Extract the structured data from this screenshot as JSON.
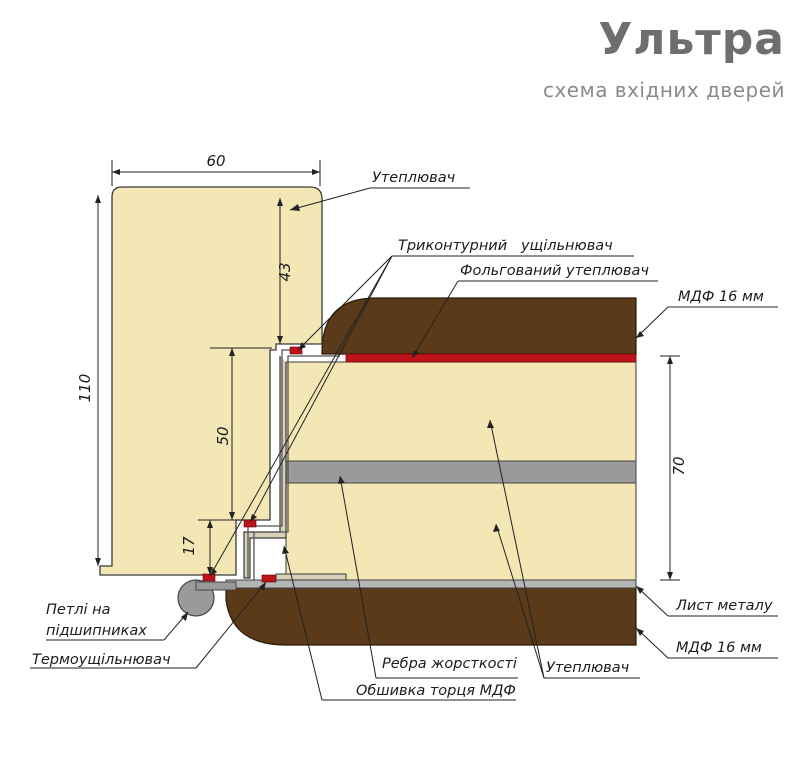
{
  "header": {
    "title": "Ультра",
    "subtitle": "схема вхідних дверей"
  },
  "dimensions": {
    "frame_width": "60",
    "frame_height": "110",
    "upper_gap": "43",
    "mid_gap": "50",
    "lower_gap": "17",
    "door_thickness": "70"
  },
  "labels": {
    "insulation_top": "Утеплювач",
    "triple_seal": "Триконтурний   ущільнювач",
    "foil_insulation": "Фольгований утеплювач",
    "mdf_top": "МДФ 16 мм",
    "metal_sheet": "Лист металу",
    "mdf_bottom": "МДФ 16 мм",
    "insulation_bottom": "Утеплювач",
    "ribs": "Ребра жорсткості",
    "mdf_edge": "Обшивка торця МДФ",
    "thermo_seal": "Термоущільнювач",
    "hinges_line1": "Петлі на",
    "hinges_line2": "підшипниках"
  },
  "colors": {
    "insulation": "#f3e7b5",
    "mdf": "#5a3a18",
    "seal": "#c0121a",
    "metal": "#9a9a9a",
    "title": "#6e6e6e"
  }
}
